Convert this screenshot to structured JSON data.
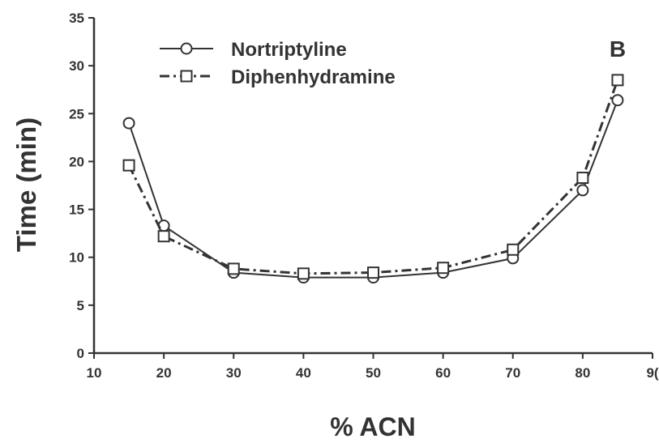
{
  "chart_data": {
    "type": "line",
    "panel_label": "B",
    "xlabel": "% ACN",
    "ylabel": "Time (min)",
    "xlim": [
      10,
      90
    ],
    "ylim": [
      0,
      35
    ],
    "xticks": [
      10,
      20,
      30,
      40,
      50,
      60,
      70,
      80,
      90
    ],
    "yticks": [
      0,
      5,
      10,
      15,
      20,
      25,
      30,
      35
    ],
    "xtick_labels": [
      "10",
      "20",
      "30",
      "40",
      "50",
      "60",
      "70",
      "80",
      "9("
    ],
    "ytick_labels": [
      "0",
      "5",
      "10",
      "15",
      "20",
      "25",
      "30",
      "35"
    ],
    "grid": false,
    "legend_position": "top-left",
    "series": [
      {
        "name": "Nortriptyline",
        "marker": "circle",
        "line_style": "solid",
        "x": [
          15,
          20,
          30,
          40,
          50,
          60,
          70,
          80,
          85
        ],
        "y": [
          24.0,
          13.3,
          8.4,
          7.9,
          7.9,
          8.4,
          9.9,
          17.0,
          26.4
        ]
      },
      {
        "name": "Diphenhydramine",
        "marker": "square",
        "line_style": "dash-dot",
        "x": [
          15,
          20,
          30,
          40,
          50,
          60,
          70,
          80,
          85
        ],
        "y": [
          19.6,
          12.2,
          8.8,
          8.3,
          8.4,
          8.9,
          10.8,
          18.3,
          28.5
        ]
      }
    ]
  }
}
